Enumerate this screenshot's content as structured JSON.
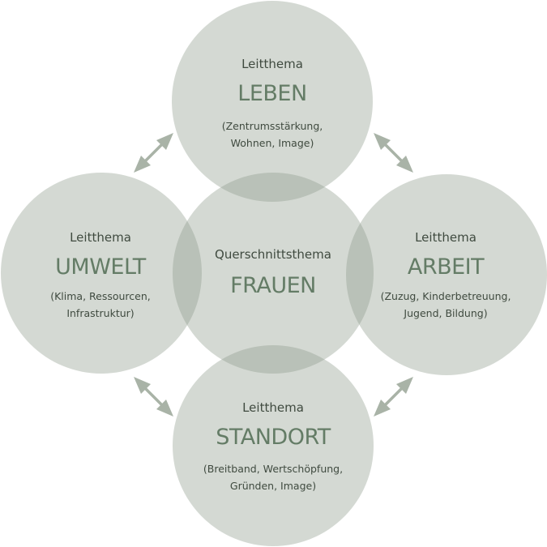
{
  "colors": {
    "circle_fill": "#8f9c8c",
    "title_text": "#647c66",
    "body_text": "#3f4a3f",
    "arrow": "#a9b3a7"
  },
  "center": {
    "kicker": "Querschnittsthema",
    "title": "FRAUEN"
  },
  "top": {
    "kicker": "Leitthema",
    "title": "LEBEN",
    "desc_line1": "(Zentrumsstärkung,",
    "desc_line2": "Wohnen, Image)"
  },
  "left": {
    "kicker": "Leitthema",
    "title": "UMWELT",
    "desc_line1": "(Klima, Ressourcen,",
    "desc_line2": "Infrastruktur)"
  },
  "right": {
    "kicker": "Leitthema",
    "title": "ARBEIT",
    "desc_line1": "(Zuzug, Kinderbetreuung,",
    "desc_line2": "Jugend, Bildung)"
  },
  "bottom": {
    "kicker": "Leitthema",
    "title": "STANDORT",
    "desc_line1": "(Breitband, Wertschöpfung,",
    "desc_line2": "Gründen, Image)"
  }
}
